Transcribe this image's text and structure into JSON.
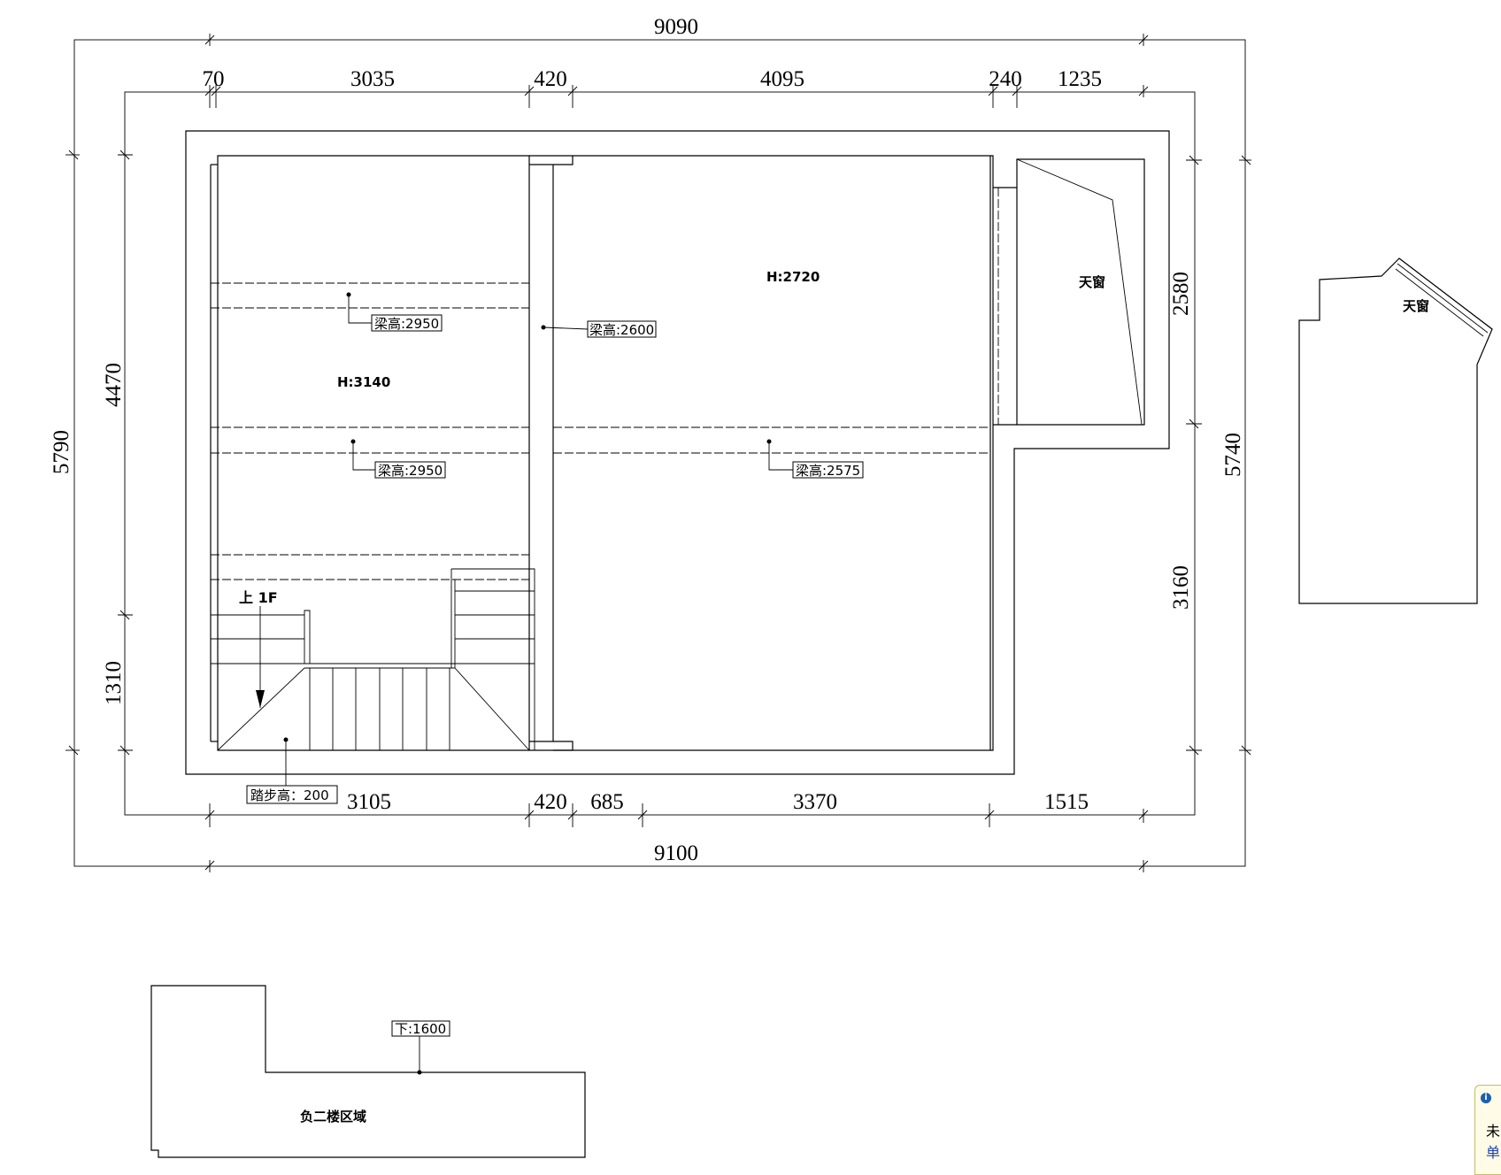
{
  "dimensions": {
    "top_total": "9090",
    "top_segments": [
      "70",
      "3035",
      "420",
      "4095",
      "240",
      "1235"
    ],
    "bottom_total": "9100",
    "bottom_segments": [
      "3105",
      "420",
      "685",
      "3370",
      "1515"
    ],
    "left_total": "5790",
    "left_segments": [
      "4470",
      "1310"
    ],
    "right_total": "5740",
    "right_segments": [
      "2580",
      "3160"
    ]
  },
  "rooms": {
    "left_height": "H:3140",
    "right_height": "H:2720",
    "skylight": "天窗",
    "skylight_side": "天窗",
    "stair_up": "上 1F",
    "basement_area": "负二楼区域"
  },
  "tags": {
    "beam_left_top": "梁高:2950",
    "beam_center": "梁高:2600",
    "beam_left_mid": "梁高:2950",
    "beam_right_mid": "梁高:2575",
    "step_height": "踏步高：200",
    "down_level": "下:1600"
  },
  "info_widget": {
    "line1": "未",
    "line2": "单"
  }
}
